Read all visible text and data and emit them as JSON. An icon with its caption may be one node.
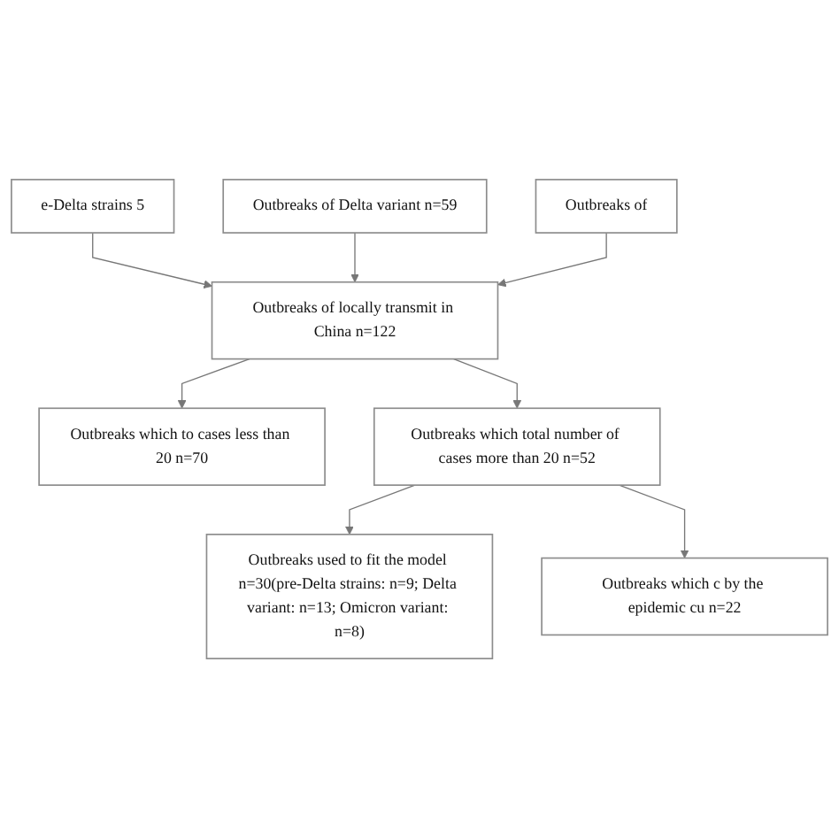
{
  "diagram": {
    "nodes": [
      {
        "text": [
          "e-Delta strains 5"
        ]
      },
      {
        "text": [
          "Outbreaks of Delta variant n=59"
        ]
      },
      {
        "text": [
          "Outbreaks of"
        ]
      },
      {
        "text": [
          "Outbreaks of locally transmit in China n=122"
        ]
      },
      {
        "text": [
          "Outbreaks which to cases less than 20 n=70"
        ]
      },
      {
        "text": [
          "Outbreaks which total number of cases more than 20 n=52"
        ]
      },
      {
        "text": [
          "Outbreaks which c by the epidemic cu n=22"
        ]
      },
      {
        "text": [
          "Outbreaks used to fit the model n=30(pre-Delta strains: n=9; Delta variant: n=13; Omicron variant: n=8)"
        ]
      }
    ],
    "edges": [
      {
        "from": 0,
        "to": 3,
        "arrow": "to"
      },
      {
        "from": 1,
        "to": 3,
        "arrow": "to"
      },
      {
        "from": 2,
        "to": 3,
        "arrow": "to"
      },
      {
        "from": 3,
        "to": 5,
        "arrow": "to"
      },
      {
        "from": 3,
        "to": 4,
        "arrow": "to"
      },
      {
        "from": 5,
        "to": 7,
        "arrow": "to"
      },
      {
        "from": 5,
        "to": 6,
        "arrow": "to"
      }
    ]
  }
}
